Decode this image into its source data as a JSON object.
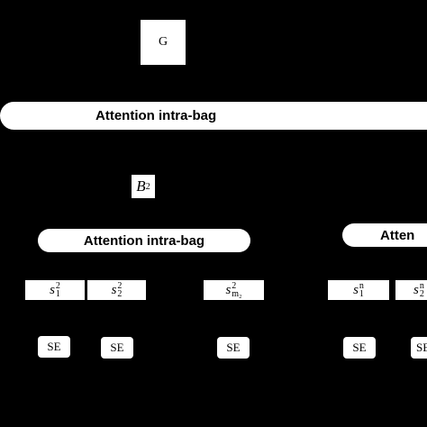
{
  "root": {
    "label": "G"
  },
  "top_attention": {
    "label": "Attention intra-bag"
  },
  "bag": {
    "symbol": "B",
    "superscript": "2"
  },
  "left_group": {
    "attention_label": "Attention intra-bag",
    "instances": [
      {
        "base": "s",
        "sup": "2",
        "sub": "1"
      },
      {
        "base": "s",
        "sup": "2",
        "sub": "2"
      },
      {
        "base": "s",
        "sup": "2",
        "sub": "m₂"
      }
    ]
  },
  "right_group": {
    "attention_label": "Atten",
    "instances": [
      {
        "base": "s",
        "sup": "n",
        "sub": "1"
      },
      {
        "base": "s",
        "sup": "n",
        "sub": "2"
      }
    ]
  },
  "encoder": {
    "label": "SE"
  }
}
